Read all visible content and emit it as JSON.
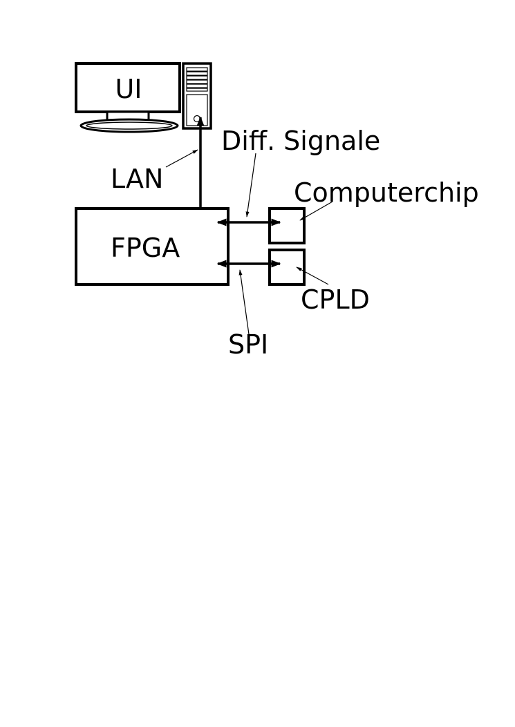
{
  "diagram": {
    "labels": {
      "monitor_screen": "UI",
      "fpga": "FPGA",
      "lan": "LAN",
      "diff_signals": "Diff. Signale",
      "computerchip": "Computerchip",
      "cpld": "CPLD",
      "spi": "SPI"
    },
    "icons": {
      "monitor": "monitor-icon",
      "tower": "computer-tower-icon"
    },
    "colors": {
      "stroke": "#000000",
      "background": "#ffffff"
    }
  }
}
